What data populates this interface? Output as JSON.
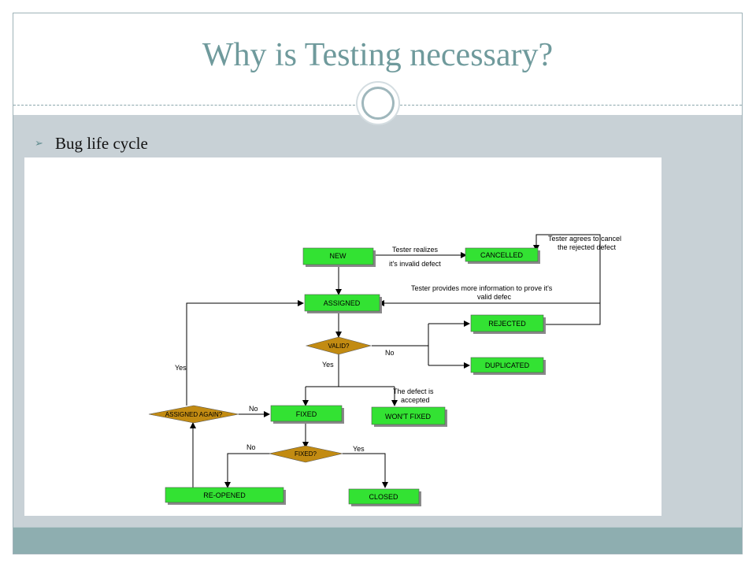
{
  "slide": {
    "title": "Why is Testing necessary?",
    "bullet": "Bug life cycle"
  },
  "colors": {
    "title": "#6f9a9c",
    "content_bg": "#c8d1d6",
    "footer_bg": "#8eaeb0",
    "state_fill": "#33e233",
    "decision_fill": "#c28b12"
  },
  "diagram": {
    "states": {
      "new": "NEW",
      "cancelled": "CANCELLED",
      "assigned": "ASSIGNED",
      "rejected": "REJECTED",
      "duplicated": "DUPLICATED",
      "fixed": "FIXED",
      "wont_fixed": "WON'T FIXED",
      "reopened": "RE-OPENED",
      "closed": "CLOSED"
    },
    "decisions": {
      "valid": "VALID?",
      "assigned_again": "ASSIGNED AGAIN?",
      "fixed_q": "FIXED?"
    },
    "labels": {
      "tester_realizes": "Tester realizes",
      "invalid_defect": "it's invalid defect",
      "agree_cancel_1": "Tester agrees to cancel",
      "agree_cancel_2": "the rejected defect",
      "provides_info_1": "Tester provides more information to prove it's",
      "provides_info_2": "valid defec",
      "valid_no": "No",
      "valid_yes": "Yes",
      "accepted_1": "The defect is",
      "accepted_2": "accepted",
      "again_yes": "Yes",
      "again_no": "No",
      "fixed_no": "No",
      "fixed_yes": "Yes"
    }
  }
}
